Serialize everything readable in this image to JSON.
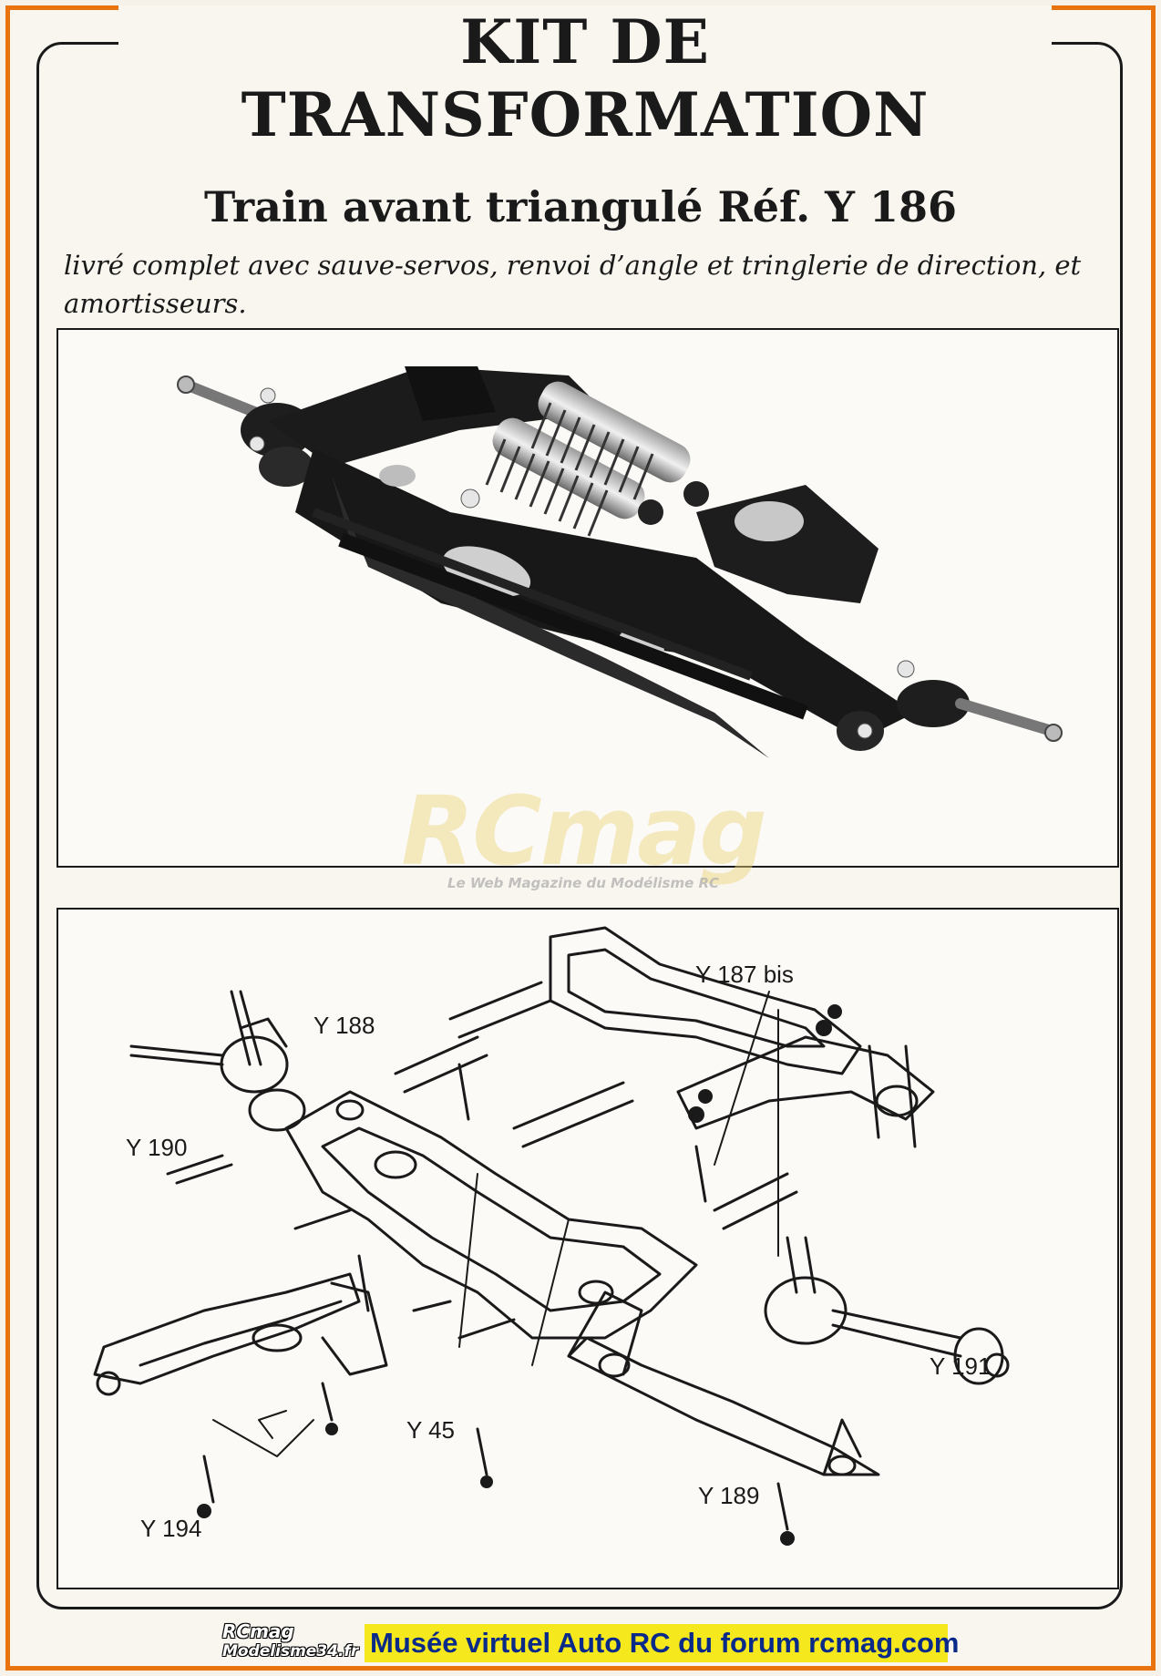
{
  "header": {
    "title": "KIT DE TRANSFORMATION",
    "subtitle": "Train avant triangulé Réf. Y 186",
    "description": "livré complet avec sauve-servos, renvoi d’angle et tringlerie de direction, et amortisseurs."
  },
  "watermark": {
    "logo": "RCmag",
    "tagline": "Le Web Magazine du Modélisme RC"
  },
  "diagram": {
    "labels": [
      {
        "id": "y187bis",
        "text": "Y 187 bis"
      },
      {
        "id": "y188",
        "text": "Y 188"
      },
      {
        "id": "y190",
        "text": "Y 190"
      },
      {
        "id": "y191",
        "text": "Y 191"
      },
      {
        "id": "y45",
        "text": "Y 45"
      },
      {
        "id": "y189",
        "text": "Y 189"
      },
      {
        "id": "y194",
        "text": "Y 194"
      }
    ]
  },
  "footer": {
    "logo_line1": "RCmag",
    "logo_line2": "Modelisme34.fr",
    "caption": "Musée virtuel Auto RC du forum rcmag.com"
  }
}
